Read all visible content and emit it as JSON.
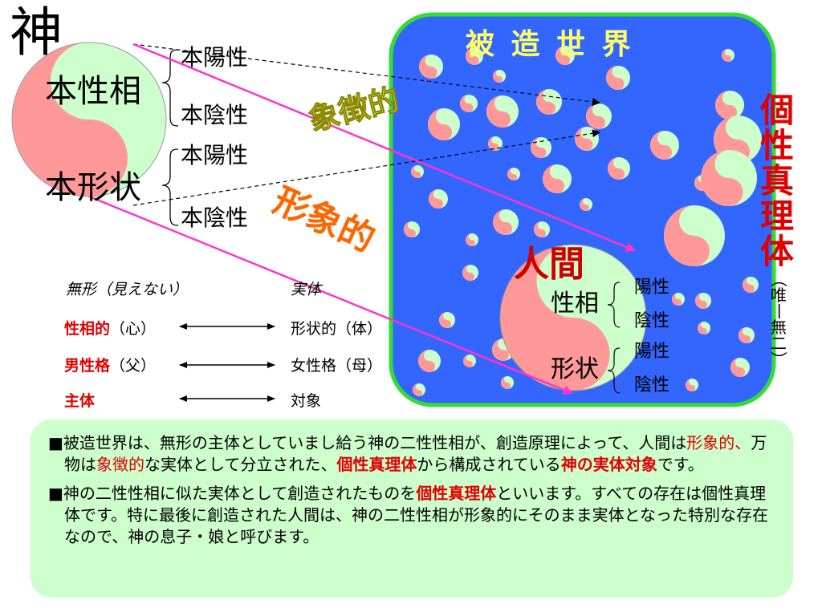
{
  "god": "神",
  "god_aspects": {
    "sexuality_label": "本性相",
    "form_label": "本形状",
    "yang_1": "本陽性",
    "yin_1": "本陰性",
    "yang_2": "本陽性",
    "yin_2": "本陰性"
  },
  "arrow_labels": {
    "symbolic": "象徴的",
    "image": "形象的"
  },
  "created_world": {
    "title": "被 造 世 界",
    "side_label": [
      "個",
      "性",
      "真",
      "理",
      "体"
    ],
    "side_note": [
      "（",
      "唯",
      "一",
      "無",
      "二",
      "）"
    ]
  },
  "human": {
    "title": "人間",
    "sexuality_label": "性相",
    "form_label": "形状",
    "yang_1": "陽性",
    "yin_1": "陰性",
    "yang_2": "陽性",
    "yin_2": "陰性"
  },
  "legend": {
    "left_header": "無形（見えない）",
    "right_header": "実体",
    "rows": [
      {
        "key": "性相的",
        "key_suffix": "（心）",
        "right": "形状的（体）"
      },
      {
        "key": "男性格",
        "key_suffix": "（父）",
        "right": "女性格（母）"
      },
      {
        "key": "主体",
        "key_suffix": "",
        "right": "対象"
      }
    ]
  },
  "explanation": {
    "p1": {
      "a": "■被造世界は、無形の主体としていまし給う神の二性性相が、創造原理によって、人間は",
      "b": "形象的、",
      "c": "万物は",
      "d": "象徴的",
      "e": "な実体として分立された、",
      "f": "個性真理体",
      "g": "から構成されている",
      "h": "神の実体対象",
      "i": "です。"
    },
    "p2": {
      "a": "■神の二性性相に似た実体として創造されたものを",
      "b": "個性真理体",
      "c": "といいます。すべての存在は個性真理体です。特に最後に創造された人間は、神の二性性相が形象的にそのまま実体となった特別な存在なので、神の息子・娘と呼びます。"
    }
  },
  "colors": {
    "world_fill": "#3366ff",
    "world_border": "#33dd33",
    "yang_pink": "#ff9999",
    "yin_green": "#ccffcc",
    "accent_red": "#e00000",
    "gold": "#ffff66",
    "orange": "#ff6600",
    "magenta": "#ff33cc",
    "panel_green": "#ccffcc"
  }
}
